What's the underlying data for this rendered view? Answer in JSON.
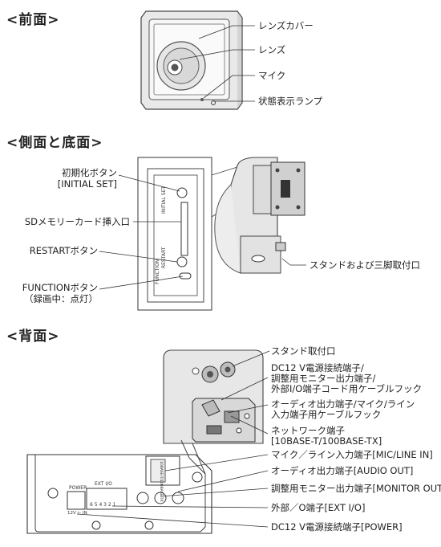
{
  "sections": {
    "front": "<前面>",
    "side": "<側面と底面>",
    "back": "<背面>"
  },
  "front_labels": {
    "lens_cover": "レンズカバー",
    "lens": "レンズ",
    "mic": "マイク",
    "status_lamp": "状態表示ランプ"
  },
  "side_labels": {
    "initial_set_1": "初期化ボタン",
    "initial_set_2": "[INITIAL SET]",
    "sd_slot": "SDメモリーカード挿入口",
    "restart": "RESTARTボタン",
    "function_1": "FUNCTIONボタン",
    "function_2": "（録画中：点灯）",
    "stand_tripod": "スタンドおよび三脚取付口"
  },
  "panel_text": {
    "initial_set": "INITIAL SET",
    "restart": "RESTART",
    "function": "FUNCTION",
    "power": "POWER",
    "power_pins": "12V ⊢ IN",
    "ext_io": "EXT I/O",
    "ext_io_pins": "6 5 4 3 2 1",
    "network": "10BASE-T/100BASE-TX"
  },
  "back_labels": {
    "stand_mount": "スタンド取付口",
    "cable_hook_1": "DC12 V電源接続端子/",
    "cable_hook_2": "調整用モニター出力端子/",
    "cable_hook_3": "外部I/O端子コード用ケーブルフック",
    "audio_hook_1": "オーディオ出力端子/マイク/ライン",
    "audio_hook_2": "入力端子用ケーブルフック",
    "network_1": "ネットワーク端子",
    "network_2": "[10BASE-T/100BASE-TX]",
    "mic_line": "マイク／ライン入力端子[MIC/LINE IN]",
    "audio_out": "オーディオ出力端子[AUDIO OUT]",
    "monitor_out": "調整用モニター出力端子[MONITOR OUT]",
    "ext_io": "外部／O端子[EXT I/O]",
    "power": "DC12 V電源接続端子[POWER]"
  }
}
